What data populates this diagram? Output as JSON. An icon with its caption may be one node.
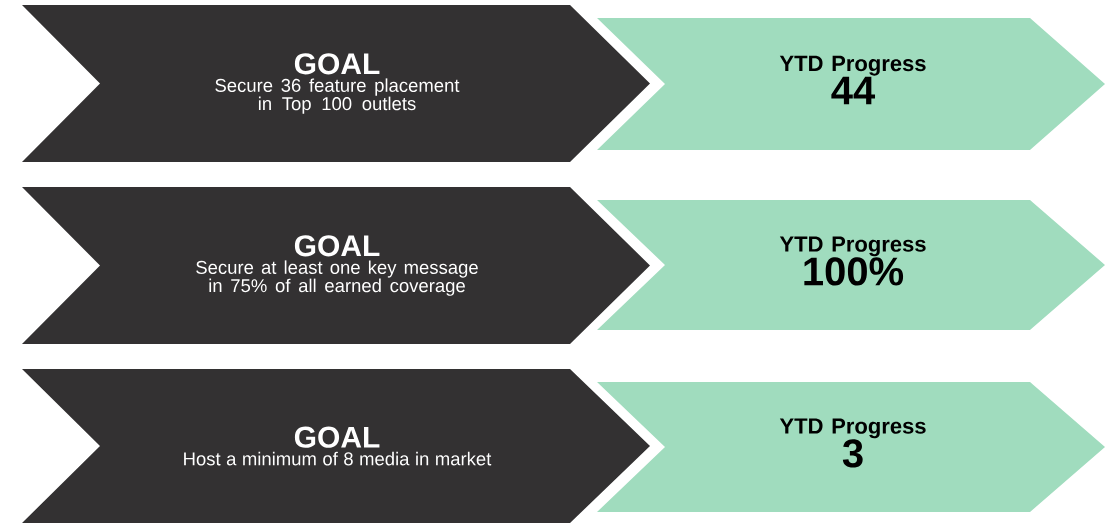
{
  "diagram": {
    "nodes": [
      {
        "text": [
          "GOAL",
          "Secure 36 feature placement in Top 100 outlets"
        ]
      },
      {
        "text": [
          "YTD Progress",
          "44"
        ]
      },
      {
        "text": [
          "GOAL",
          "Secure at least one key message in 75% of all earned coverage"
        ]
      },
      {
        "text": [
          "YTD Progress",
          "100%"
        ]
      },
      {
        "text": [
          "GOAL",
          "Host a minimum of 8 media in market"
        ]
      },
      {
        "text": [
          "YTD Progress",
          "3"
        ]
      }
    ]
  }
}
